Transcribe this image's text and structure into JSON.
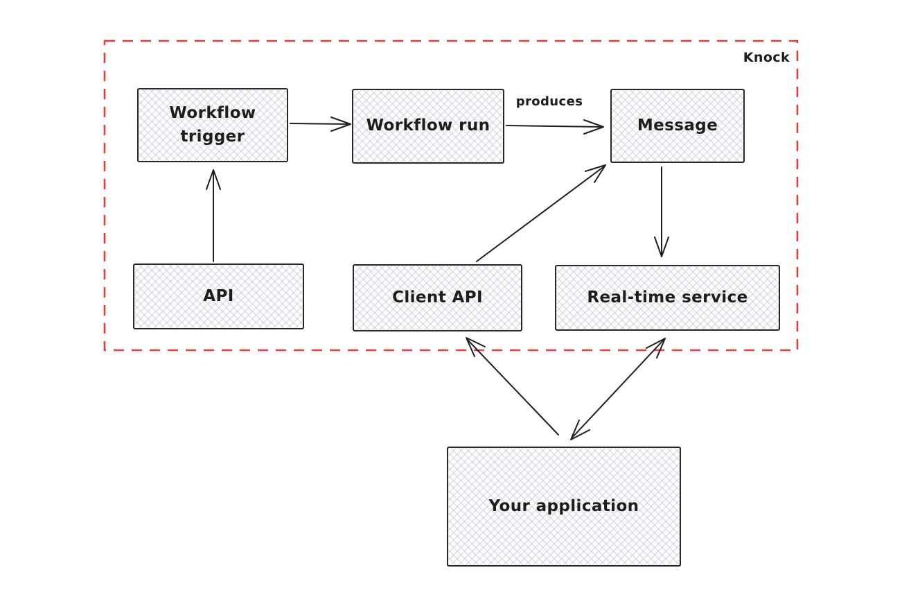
{
  "diagram": {
    "boundary": {
      "label": "Knock",
      "color": "#e03e38",
      "style": "dashed"
    },
    "nodes": {
      "workflow_trigger": {
        "label": "Workflow\ntrigger"
      },
      "workflow_run": {
        "label": "Workflow run"
      },
      "message": {
        "label": "Message"
      },
      "api": {
        "label": "API"
      },
      "client_api": {
        "label": "Client API"
      },
      "realtime_service": {
        "label": "Real-time service"
      },
      "your_application": {
        "label": "Your application"
      }
    },
    "edges": [
      {
        "from": "api",
        "to": "workflow_trigger",
        "label": "",
        "direction": "one-way"
      },
      {
        "from": "workflow_trigger",
        "to": "workflow_run",
        "label": "",
        "direction": "one-way"
      },
      {
        "from": "workflow_run",
        "to": "message",
        "label": "produces",
        "direction": "one-way"
      },
      {
        "from": "client_api",
        "to": "message",
        "label": "",
        "direction": "one-way"
      },
      {
        "from": "message",
        "to": "realtime_service",
        "label": "",
        "direction": "one-way"
      },
      {
        "from": "your_application",
        "to": "client_api",
        "label": "",
        "direction": "one-way"
      },
      {
        "from": "your_application",
        "to": "realtime_service",
        "label": "",
        "direction": "two-way"
      }
    ],
    "colors": {
      "stroke": "#1e1e1e",
      "boundary": "#e03e38",
      "node_fill_hatch": "#e3e7ec",
      "background": "#ffffff"
    }
  }
}
